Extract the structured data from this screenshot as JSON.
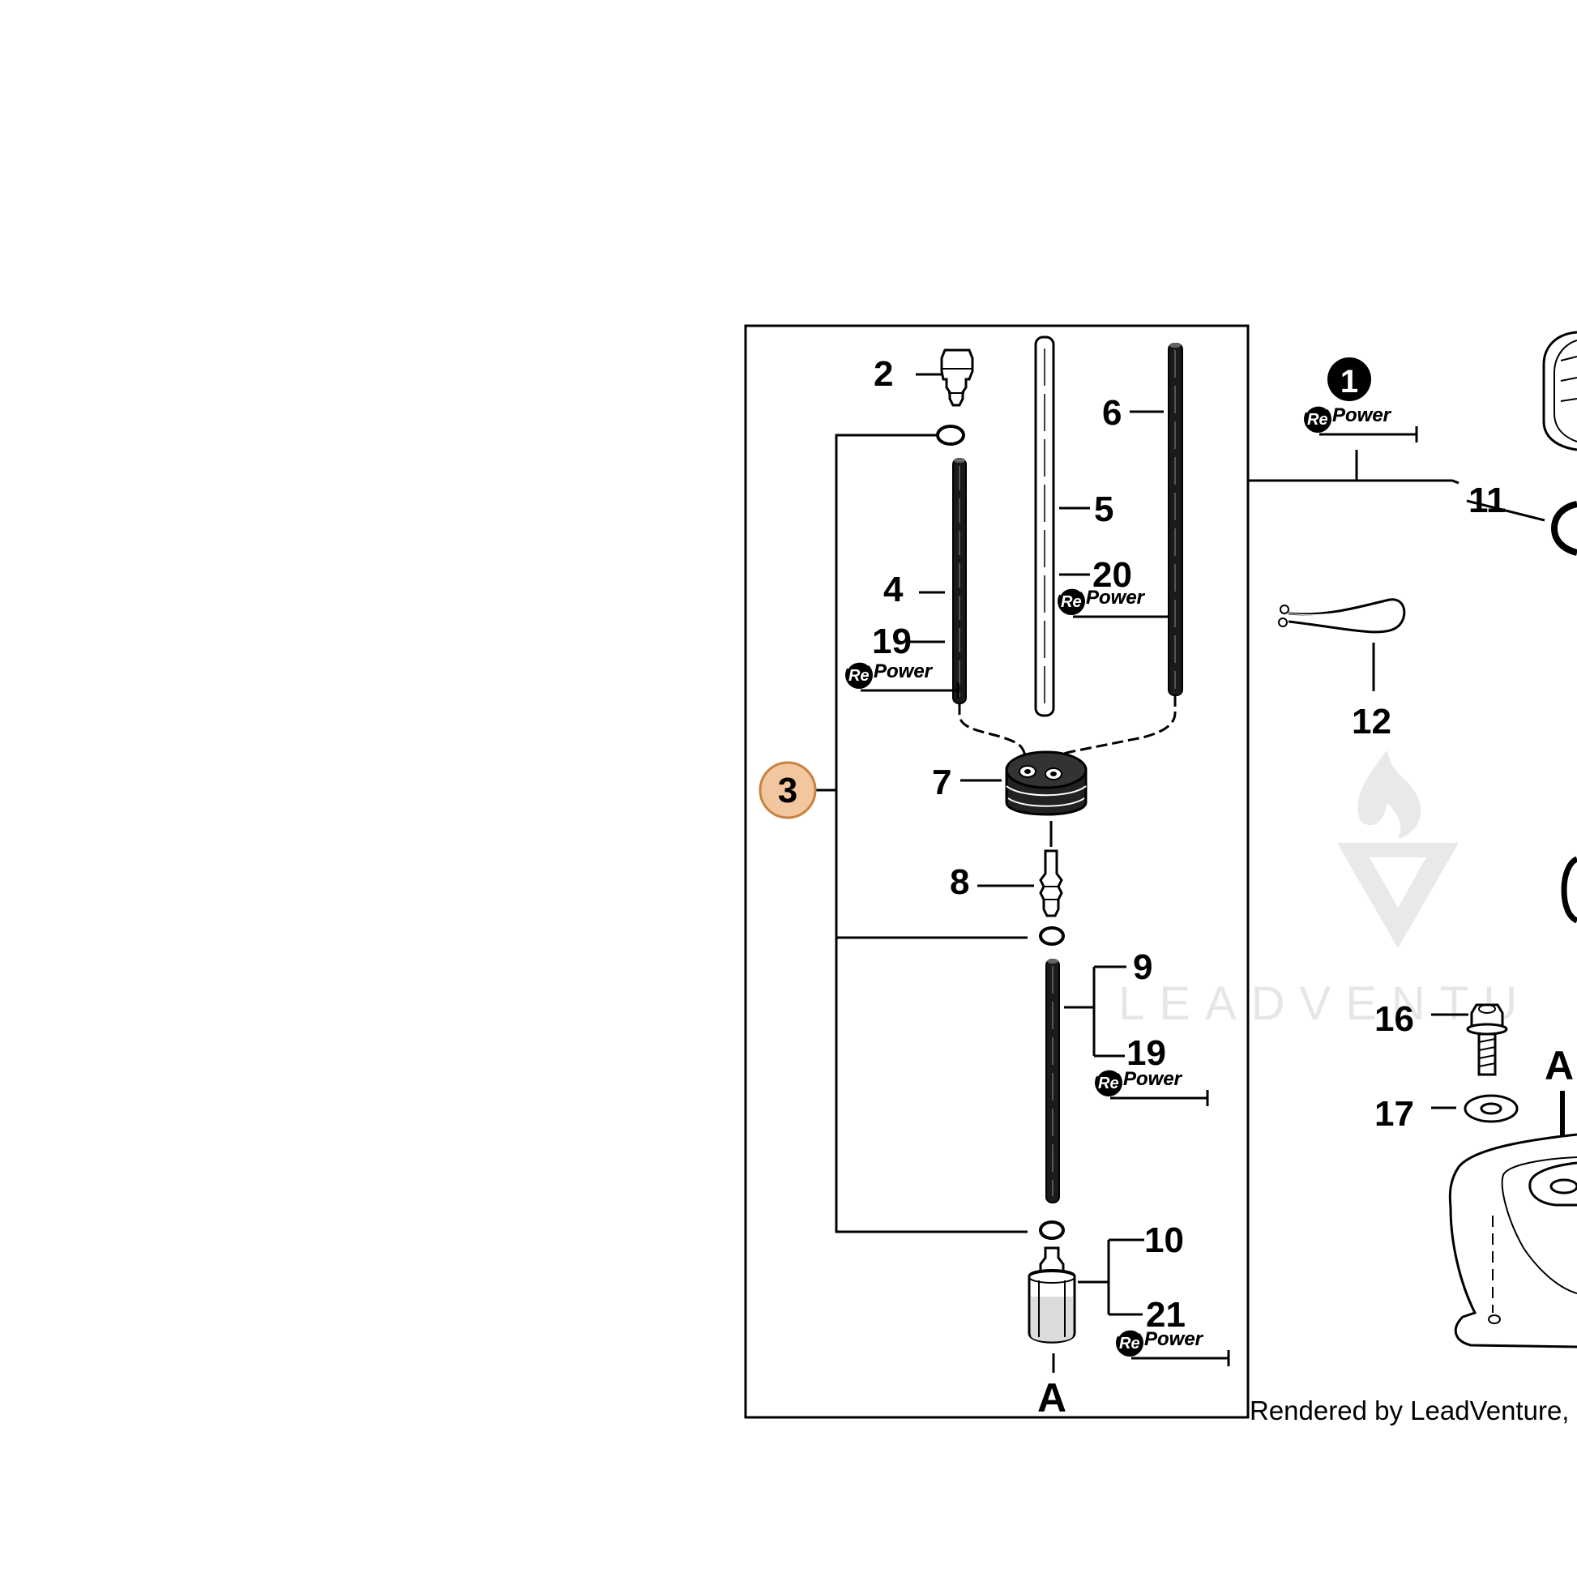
{
  "labels": {
    "n2": "2",
    "n6": "6",
    "n5": "5",
    "n20": "20",
    "n4": "4",
    "n19a": "19",
    "n7": "7",
    "n8": "8",
    "n9": "9",
    "n19b": "19",
    "n10": "10",
    "n21": "21",
    "n11": "11",
    "n12": "12",
    "n16": "16",
    "n17": "17",
    "n1": "1"
  },
  "highlight": {
    "label": "3",
    "fill": "#f2c7a0",
    "stroke": "#c8823f"
  },
  "badge": {
    "re": "Re",
    "text": "Power"
  },
  "callout_a": "A",
  "callout_a_right": "A",
  "watermark": "LEADVENTU",
  "credit": "Rendered by LeadVenture, Inc."
}
